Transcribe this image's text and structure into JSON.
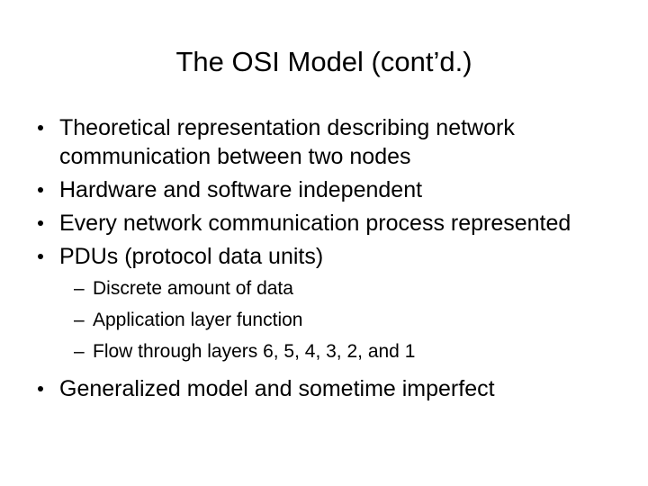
{
  "slide": {
    "title": "The OSI Model (cont’d.)",
    "background_color": "#ffffff",
    "text_color": "#000000",
    "bullets": [
      {
        "marker": "bullet-dot",
        "text": "Theoretical representation describing network communication between two nodes"
      },
      {
        "marker": "bullet-dot",
        "text": "Hardware and software independent"
      },
      {
        "marker": "bullet-dot",
        "text": "Every network communication process represented"
      },
      {
        "marker": "bullet-dot",
        "text": "PDUs (protocol data units)"
      }
    ],
    "sub_bullets": [
      {
        "marker": "–",
        "text": "Discrete amount of data"
      },
      {
        "marker": "–",
        "text": "Application layer function"
      },
      {
        "marker": "–",
        "text": "Flow through layers 6, 5, 4, 3, 2, and 1"
      }
    ],
    "final_bullet": {
      "marker": "bullet-dot",
      "text": "Generalized model and sometime imperfect"
    }
  }
}
